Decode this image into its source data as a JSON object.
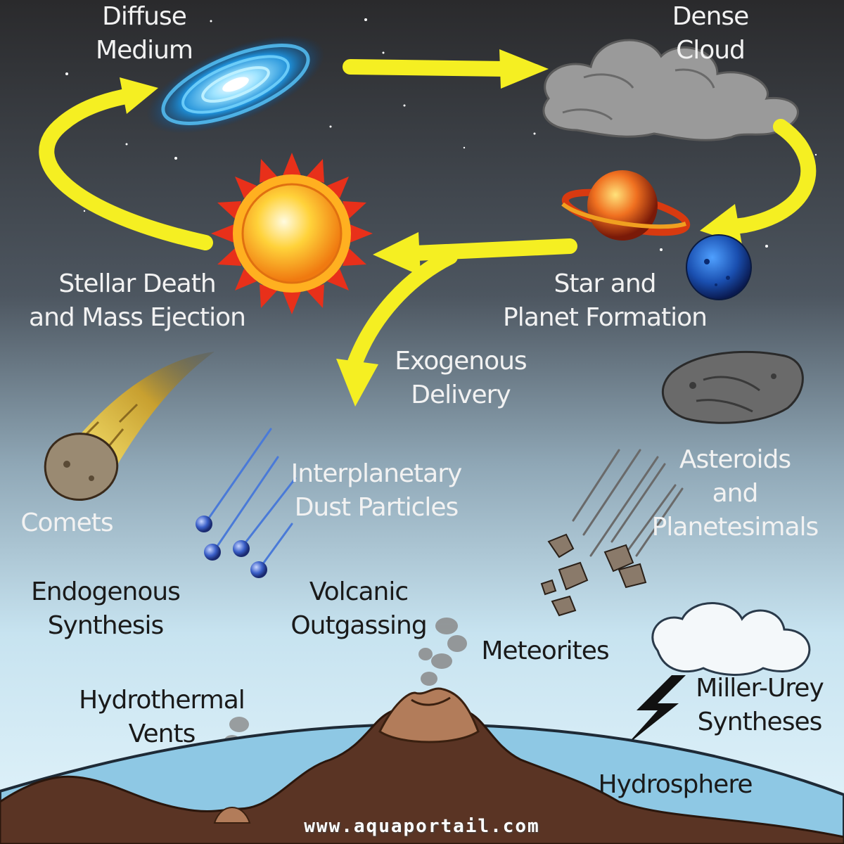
{
  "labels": {
    "diffuse_medium": [
      "Diffuse",
      "Medium"
    ],
    "dense_cloud": [
      "Dense",
      "Cloud"
    ],
    "star_planet_formation": [
      "Star and",
      "Planet Formation"
    ],
    "stellar_death": [
      "Stellar Death",
      "and Mass Ejection"
    ],
    "exogenous_delivery": [
      "Exogenous",
      "Delivery"
    ],
    "comets": [
      "Comets"
    ],
    "interplanetary_dust": [
      "Interplanetary",
      "Dust Particles"
    ],
    "asteroids": [
      "Asteroids",
      "and",
      "Planetesimals"
    ],
    "endogenous_synthesis": [
      "Endogenous",
      "Synthesis"
    ],
    "volcanic_outgassing": [
      "Volcanic",
      "Outgassing"
    ],
    "meteorites": [
      "Meteorites"
    ],
    "hydrothermal_vents": [
      "Hydrothermal",
      "Vents"
    ],
    "miller_urey": [
      "Miller-Urey",
      "Syntheses"
    ],
    "hydrosphere": [
      "Hydrosphere"
    ]
  },
  "watermark": "www.aquaportail.com",
  "colors": {
    "sky_top": "#2b2b2b",
    "sky_mid": "#6e7f8c",
    "sky_bottom": "#d6eef8",
    "arrow": "#f5ef22",
    "water": "#8cc8e4",
    "ground": "#5a3424",
    "volcano_top": "#b27c5a"
  }
}
